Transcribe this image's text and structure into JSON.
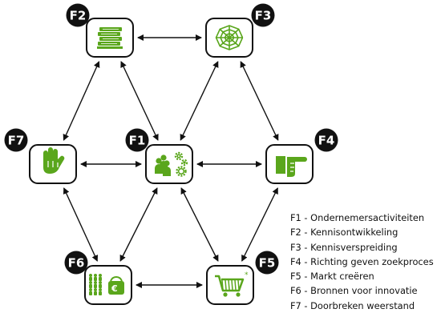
{
  "nodes": [
    {
      "id": "F1",
      "icon": "people-gears-icon"
    },
    {
      "id": "F2",
      "icon": "books-icon"
    },
    {
      "id": "F3",
      "icon": "spiderweb-icon"
    },
    {
      "id": "F4",
      "icon": "pointing-hand-icon"
    },
    {
      "id": "F5",
      "icon": "shopping-cart-icon"
    },
    {
      "id": "F6",
      "icon": "people-money-icon"
    },
    {
      "id": "F7",
      "icon": "raised-hand-icon"
    }
  ],
  "edges": [
    [
      "F2",
      "F3"
    ],
    [
      "F2",
      "F7"
    ],
    [
      "F2",
      "F1"
    ],
    [
      "F3",
      "F1"
    ],
    [
      "F3",
      "F4"
    ],
    [
      "F7",
      "F1"
    ],
    [
      "F1",
      "F4"
    ],
    [
      "F7",
      "F6"
    ],
    [
      "F1",
      "F6"
    ],
    [
      "F1",
      "F5"
    ],
    [
      "F6",
      "F5"
    ],
    [
      "F4",
      "F5"
    ]
  ],
  "legend": [
    "F1 - Ondernemersactiviteiten",
    "F2 - Kennisontwikkeling",
    "F3 - Kennisverspreiding",
    "F4 - Richting geven zoekproces",
    "F5 - Markt creëren",
    "F6 - Bronnen voor innovatie",
    "F7 - Doorbreken weerstand"
  ],
  "colors": {
    "icon_green": "#5aa61c",
    "outline": "#111111",
    "badge": "#111111"
  }
}
